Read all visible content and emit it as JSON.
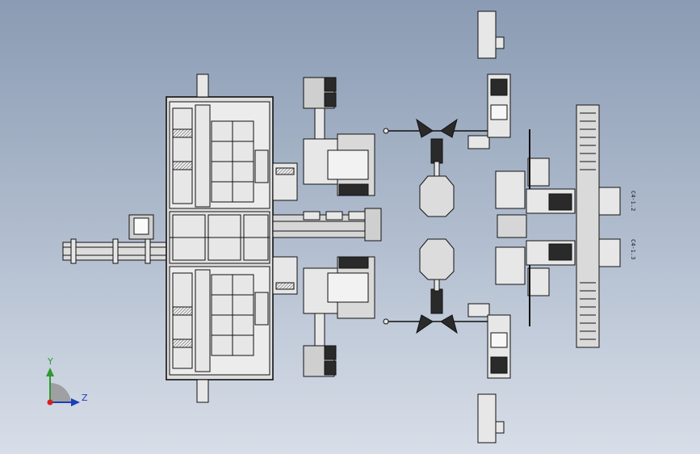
{
  "triad": {
    "y_label": "Y",
    "z_label": "Z"
  },
  "lines": {
    "upper_tag": "C4-1.2",
    "lower_tag": "C4-1.3"
  },
  "colors": {
    "background_top": "#8a9bb3",
    "background_bottom": "#d8dee8",
    "part_fill": "#e7e7e7",
    "part_shade": "#c9c9c9",
    "dark_block": "#2a2a2a",
    "outline": "#111111"
  }
}
